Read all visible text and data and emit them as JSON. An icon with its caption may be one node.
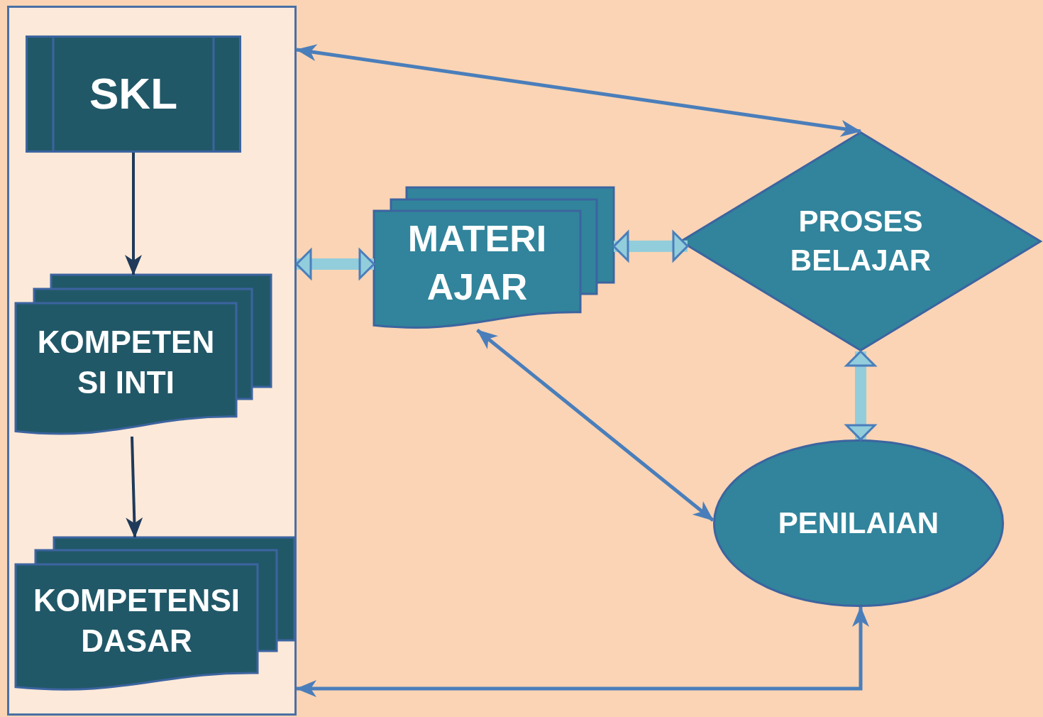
{
  "diagram": {
    "nodes": [
      {
        "text": [],
        "shape": "box"
      },
      {
        "text": [
          "SKL"
        ],
        "in": 0
      },
      {
        "text": [
          "KOMPETEN SI INTI"
        ],
        "in": 0
      },
      {
        "text": [
          "KOMPETENSI DASAR"
        ],
        "in": 0
      },
      {
        "text": [
          "MATERI AJAR"
        ]
      },
      {
        "text": [
          "PROSES BELAJAR"
        ]
      },
      {
        "text": [
          "PENILAIAN"
        ]
      }
    ],
    "edges": [
      {
        "from": 1,
        "to": 2,
        "arrow": "to",
        "color": "#1f3a5a"
      },
      {
        "from": 2,
        "to": 3,
        "arrow": "to",
        "color": "#1f3a5a"
      },
      {
        "from": 0,
        "to": 5,
        "arrow": "both"
      },
      {
        "from": 0,
        "to": 4,
        "arrow": "both",
        "style": "thick",
        "color": "#92cddc"
      },
      {
        "from": 4,
        "to": 5,
        "arrow": "both",
        "style": "thick",
        "color": "#92cddc"
      },
      {
        "from": 5,
        "to": 6,
        "arrow": "both",
        "style": "thick",
        "color": "#92cddc"
      },
      {
        "from": 4,
        "to": 6,
        "arrow": "both"
      },
      {
        "from": 6,
        "to": 0,
        "arrow": "both"
      }
    ]
  }
}
